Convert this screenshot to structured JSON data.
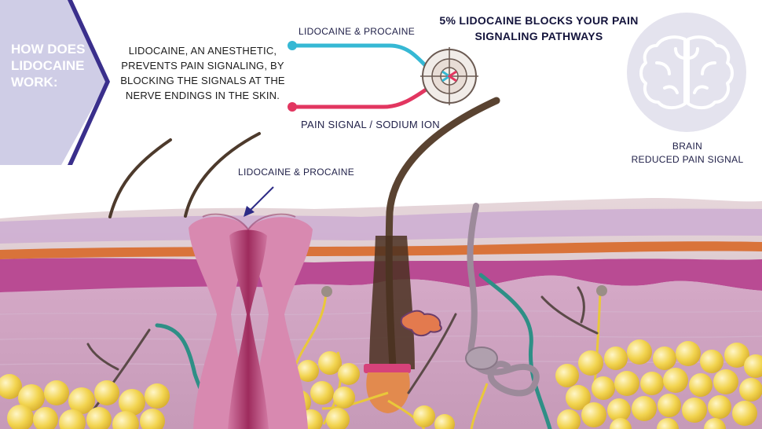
{
  "header": {
    "question": "HOW DOES LIDOCAINE WORK:",
    "explanation": "LIDOCAINE, AN ANESTHETIC, PREVENTS PAIN SIGNALING, BY BLOCKING THE SIGNALS AT THE  NERVE ENDINGS IN THE SKIN."
  },
  "pathway": {
    "top_label": "LIDOCAINE & PROCAINE",
    "bottom_label": "PAIN SIGNAL / SODIUM ION",
    "headline": "5% LIDOCAINE BLOCKS YOUR PAIN SIGNALING PATHWAYS"
  },
  "brain": {
    "label": "BRAIN",
    "sublabel": "REDUCED PAIN SIGNAL"
  },
  "skin": {
    "channel_label": "LIDOCAINE & PROCAINE"
  },
  "colors": {
    "lidocaine_line": "#36b8d4",
    "pain_line": "#e23660",
    "badge": "#cfcde6",
    "badge_border": "#3a2f8c",
    "brain_circle": "#e4e3ee",
    "epidermis": "#d8c2c8",
    "dermis": "#c996bf",
    "fat": "#f3d24a",
    "channel": "#c4497f"
  },
  "icons": {
    "brain": "brain-icon",
    "blocker": "crosshair-icon",
    "channel": "ion-channel-icon",
    "arrow": "arrow-down-icon"
  }
}
